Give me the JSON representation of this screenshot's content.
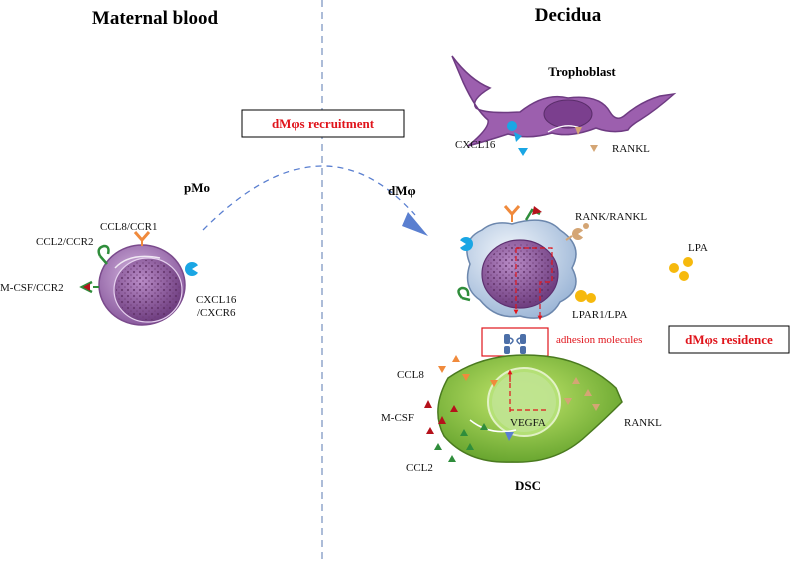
{
  "headers": {
    "left": "Maternal blood",
    "right": "Decidua"
  },
  "boxes": {
    "recruitment": "dMφs recruitment",
    "residence": "dMφs residence",
    "adhesion": "adhesion molecules"
  },
  "cells": {
    "pmo": "pMo",
    "dmphi": "dMφ",
    "trophoblast": "Trophoblast",
    "dsc": "DSC"
  },
  "pmo_receptors": {
    "ccl8_ccr1": "CCL8/CCR1",
    "ccl2_ccr2": "CCL2/CCR2",
    "mcsf_ccr2": "M-CSF/CCR2",
    "cxcl16": "CXCL16",
    "cxcr6": "/CXCR6"
  },
  "trophoblast_ligands": {
    "cxcl16": "CXCL16",
    "rankl": "RANKL"
  },
  "dm_ligands": {
    "rank_rankl": "RANK/RANKL",
    "lpa": "LPA",
    "lpar1_lpa": "LPAR1/LPA"
  },
  "dsc_ligands": {
    "ccl8": "CCL8",
    "mcsf": "M-CSF",
    "ccl2": "CCL2",
    "vegfa": "VEGFA",
    "rankl": "RANKL"
  },
  "colors": {
    "divider": "#7f97c4",
    "arrow": "#5a7fd0",
    "red_text": "#e0141b",
    "purple_cell": "#a276b4",
    "dsc_green": "#8cc63e",
    "dm_blue": "#d4e3f3",
    "orange": "#f08a3c",
    "green_receptor": "#2f8d3b",
    "dark_red": "#b5121b",
    "cyan": "#1aa6e4",
    "tan": "#d4a574",
    "yellow": "#f6b90d"
  }
}
